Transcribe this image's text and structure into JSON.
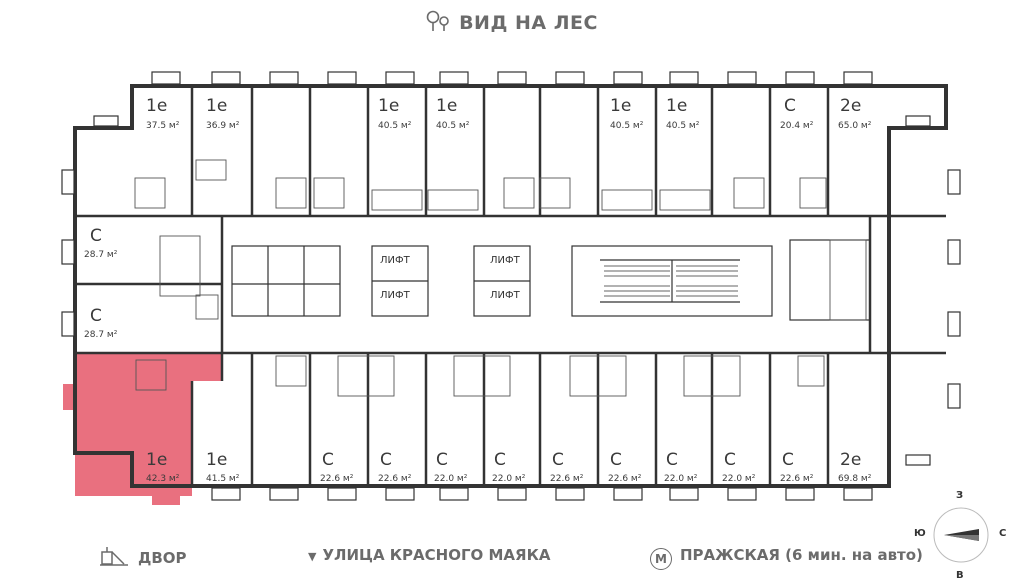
{
  "header": {
    "view_label": "ВИД НА ЛЕС",
    "view_icon": "trees-icon"
  },
  "footer": {
    "yard_label": "ДВОР",
    "yard_icon": "playground-icon",
    "street_label": "УЛИЦА КРАСНОГО МАЯКА",
    "street_marker": "▼",
    "metro_letter": "М",
    "metro_label": "ПРАЖСКАЯ (6 мин. на авто)"
  },
  "compass": {
    "north": "З",
    "south": "В",
    "west": "Ю",
    "east": "С"
  },
  "lift_label": "ЛИФТ",
  "colors": {
    "highlight": "#e9707f",
    "walls": "#333333",
    "text": "#6b6b6b"
  },
  "units": [
    {
      "id": "u01",
      "name": "1е",
      "area": "37.5 м²",
      "selected": false
    },
    {
      "id": "u02",
      "name": "1е",
      "area": "36.9 м²",
      "selected": false
    },
    {
      "id": "u03",
      "name": "1е",
      "area": "40.5 м²",
      "selected": false
    },
    {
      "id": "u04",
      "name": "1е",
      "area": "40.5 м²",
      "selected": false
    },
    {
      "id": "u05",
      "name": "1е",
      "area": "40.5 м²",
      "selected": false
    },
    {
      "id": "u06",
      "name": "1е",
      "area": "40.5 м²",
      "selected": false
    },
    {
      "id": "u07",
      "name": "С",
      "area": "20.4 м²",
      "selected": false
    },
    {
      "id": "u08",
      "name": "2е",
      "area": "65.0 м²",
      "selected": false
    },
    {
      "id": "u09",
      "name": "С",
      "area": "28.7 м²",
      "selected": false
    },
    {
      "id": "u10",
      "name": "С",
      "area": "28.7 м²",
      "selected": false
    },
    {
      "id": "u11",
      "name": "1е",
      "area": "42.3 м²",
      "selected": true
    },
    {
      "id": "u12",
      "name": "1е",
      "area": "41.5 м²",
      "selected": false
    },
    {
      "id": "u13",
      "name": "С",
      "area": "22.6 м²",
      "selected": false
    },
    {
      "id": "u14",
      "name": "С",
      "area": "22.6 м²",
      "selected": false
    },
    {
      "id": "u15",
      "name": "С",
      "area": "22.0 м²",
      "selected": false
    },
    {
      "id": "u16",
      "name": "С",
      "area": "22.0 м²",
      "selected": false
    },
    {
      "id": "u17",
      "name": "С",
      "area": "22.6 м²",
      "selected": false
    },
    {
      "id": "u18",
      "name": "С",
      "area": "22.6 м²",
      "selected": false
    },
    {
      "id": "u19",
      "name": "С",
      "area": "22.0 м²",
      "selected": false
    },
    {
      "id": "u20",
      "name": "С",
      "area": "22.0 м²",
      "selected": false
    },
    {
      "id": "u21",
      "name": "С",
      "area": "22.6 м²",
      "selected": false
    },
    {
      "id": "u22",
      "name": "2е",
      "area": "69.8 м²",
      "selected": false
    }
  ]
}
